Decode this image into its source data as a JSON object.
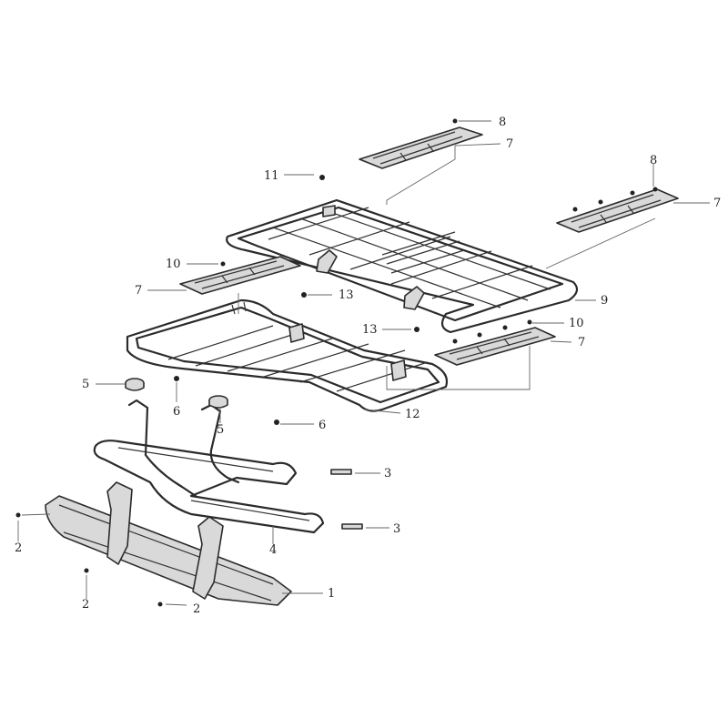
{
  "callouts": [
    {
      "id": "c8a",
      "num": "8"
    },
    {
      "id": "c7a",
      "num": "7"
    },
    {
      "id": "c11",
      "num": "11"
    },
    {
      "id": "c8b",
      "num": "8"
    },
    {
      "id": "c7b",
      "num": "7"
    },
    {
      "id": "c10a",
      "num": "10"
    },
    {
      "id": "c7c",
      "num": "7"
    },
    {
      "id": "c13a",
      "num": "13"
    },
    {
      "id": "c9",
      "num": "9"
    },
    {
      "id": "c13b",
      "num": "13"
    },
    {
      "id": "c10b",
      "num": "10"
    },
    {
      "id": "c7d",
      "num": "7"
    },
    {
      "id": "c5a",
      "num": "5"
    },
    {
      "id": "c6a",
      "num": "6"
    },
    {
      "id": "c5b",
      "num": "5"
    },
    {
      "id": "c6b",
      "num": "6"
    },
    {
      "id": "c12",
      "num": "12"
    },
    {
      "id": "c3a",
      "num": "3"
    },
    {
      "id": "c3b",
      "num": "3"
    },
    {
      "id": "c4",
      "num": "4"
    },
    {
      "id": "c2a",
      "num": "2"
    },
    {
      "id": "c2b",
      "num": "2"
    },
    {
      "id": "c2c",
      "num": "2"
    },
    {
      "id": "c1",
      "num": "1"
    }
  ]
}
